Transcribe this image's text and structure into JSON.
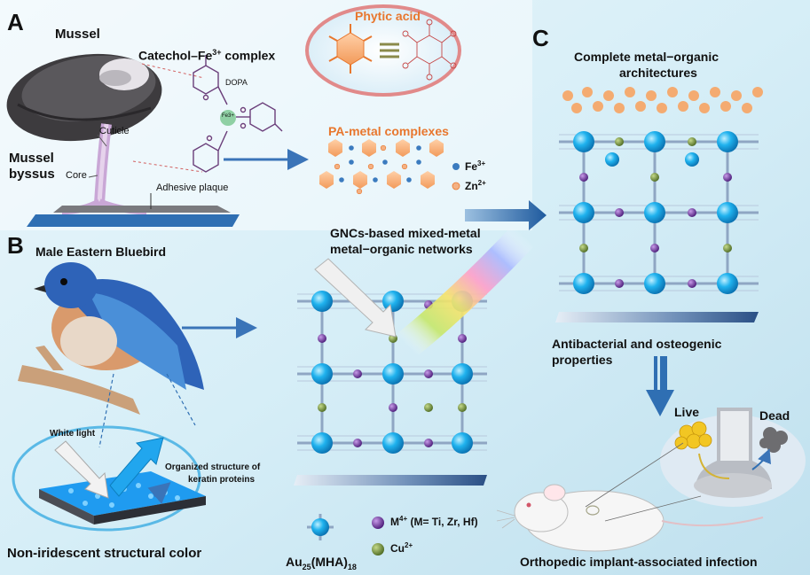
{
  "panels": {
    "a": {
      "letter": "A",
      "mussel": "Mussel",
      "mussel_byssus_line1": "Mussel",
      "mussel_byssus_line2": "byssus",
      "cuticle": "Cuticle",
      "core": "Core",
      "adhesive_plaque": "Adhesive plaque",
      "complex_prefix": "Catechol–Fe",
      "complex_sup": "3+",
      "complex_suffix": " complex",
      "dopa": "DOPA",
      "fe_center": "Fe3+",
      "phytic_acid": "Phytic acid",
      "pa_metal": "PA-metal complexes",
      "fe_legend": "Fe",
      "fe_legend_sup": "3+",
      "zn_legend": "Zn",
      "zn_legend_sup": "2+"
    },
    "b": {
      "letter": "B",
      "bird": "Male Eastern Bluebird",
      "white_light": "White light",
      "organized_line1": "Organized structure of",
      "organized_line2": "keratin proteins",
      "caption": "Non-iridescent structural color",
      "gnc_line1": "GNCs-based mixed-metal",
      "gnc_line2": "metal−organic networks",
      "m4_label": "M",
      "m4_sup": "4+",
      "m4_rest": " (M= Ti, Zr, Hf)",
      "cu_label": "Cu",
      "cu_sup": "2+",
      "au_label_a": "Au",
      "au_sub1": "25",
      "au_label_b": "(MHA)",
      "au_sub2": "18"
    },
    "c": {
      "letter": "C",
      "title_line1": "Complete metal−organic",
      "title_line2": "architectures",
      "props_line1": "Antibacterial and osteogenic",
      "props_line2": "properties",
      "live": "Live",
      "dead": "Dead",
      "caption": "Orthopedic implant-associated infection"
    }
  },
  "colors": {
    "orange_text": "#e8772e",
    "node_blue": "#19a9e6",
    "m4_purple": "#6a2c9c",
    "cu_green": "#6e8a3a",
    "arrow_blue": "#2f6fb3"
  },
  "icons": [
    "mussel-icon",
    "bird-icon",
    "mouse-icon",
    "bone-icon",
    "rainbow-icon",
    "hexagon-icon"
  ]
}
